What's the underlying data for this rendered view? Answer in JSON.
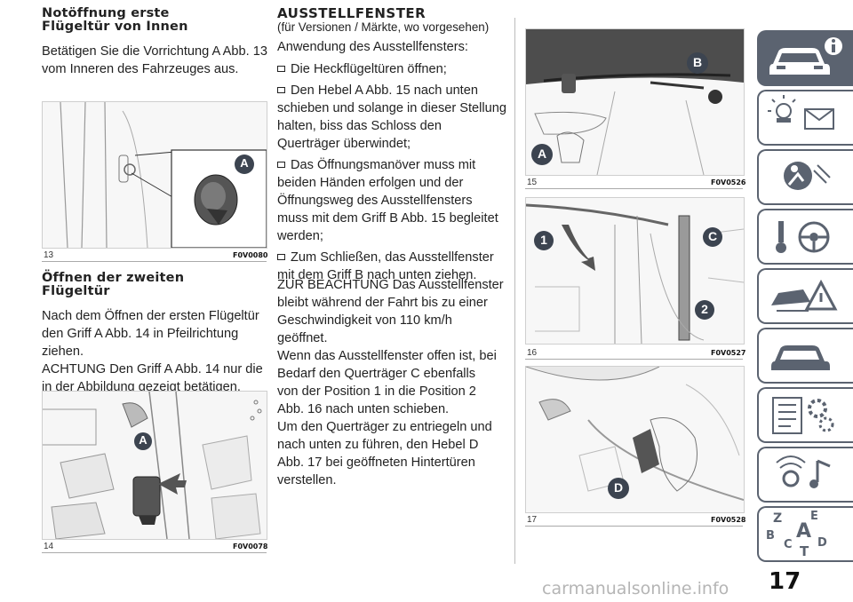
{
  "col1": {
    "h1_line1": "Notöffnung erste",
    "h1_line2": "Flügeltür von Innen",
    "p1": [
      "Betätigen Sie die Vorrichtung A Abb. 13",
      "vom Inneren des Fahrzeuges aus."
    ],
    "fig13": {
      "num": "13",
      "id": "F0V0080",
      "callout": "A"
    },
    "h2_line1": "Öffnen der zweiten",
    "h2_line2": "Flügeltür",
    "p2": [
      "Nach dem Öffnen der ersten Flügeltür",
      "den Griff A Abb. 14 in Pfeilrichtung",
      "ziehen.",
      "ACHTUNG Den Griff A Abb. 14 nur die",
      "in der Abbildung gezeigt betätigen."
    ],
    "fig14": {
      "num": "14",
      "id": "F0V0078",
      "callout": "A"
    }
  },
  "col2": {
    "heading": "AUSSTELLFENSTER",
    "subheading": "(für Versionen / Märkte, wo vorgesehen)",
    "intro": "Anwendung des Ausstellfensters:",
    "bullets": [
      [
        "Die Heckflügeltüren öffnen;"
      ],
      [
        "Den Hebel A Abb. 15 nach unten",
        "schieben und solange in dieser Stellung",
        "halten, biss das Schloss den",
        "Querträger überwindet;"
      ],
      [
        "Das Öffnungsmanöver muss mit",
        "beiden Händen erfolgen und der",
        "Öffnungsweg des Ausstellfensters",
        "muss mit dem Griff B Abb. 15 begleitet",
        "werden;"
      ],
      [
        "Zum Schließen, das Ausstellfenster",
        "mit dem Griff B nach unten ziehen."
      ]
    ],
    "body": [
      "ZUR BEACHTUNG Das Ausstellfenster",
      "bleibt während der Fahrt bis zu einer",
      "Geschwindigkeit von 110 km/h",
      "geöffnet.",
      "Wenn das Ausstellfenster offen ist, bei",
      "Bedarf den Querträger C ebenfalls",
      "von der Position 1 in die Position 2",
      "Abb. 16 nach unten schieben.",
      "Um den Querträger zu entriegeln und",
      "nach unten zu führen, den Hebel D",
      "Abb. 17 bei geöffneten Hintertüren",
      "verstellen."
    ]
  },
  "col3": {
    "fig15": {
      "num": "15",
      "id": "F0V0526",
      "callout_b": "B",
      "callout_a": "A"
    },
    "fig16": {
      "num": "16",
      "id": "F0V0527",
      "callout_1": "1",
      "callout_c": "C",
      "callout_2": "2"
    },
    "fig17": {
      "num": "17",
      "id": "F0V0528",
      "callout_d": "D"
    }
  },
  "tabs": [
    {
      "icon": "car-info-icon",
      "active": true
    },
    {
      "icon": "dashboard-lights-icon",
      "active": false
    },
    {
      "icon": "safety-airbag-icon",
      "active": false
    },
    {
      "icon": "key-steering-wheel-icon",
      "active": false
    },
    {
      "icon": "warning-breakdown-icon",
      "active": false
    },
    {
      "icon": "car-service-icon",
      "active": false
    },
    {
      "icon": "technical-data-icon",
      "active": false
    },
    {
      "icon": "multimedia-icon",
      "active": false
    },
    {
      "icon": "index-letters-icon",
      "active": false
    }
  ],
  "index_letters": [
    "Z",
    "E",
    "A",
    "B",
    "C",
    "D",
    "T"
  ],
  "page_number": "17",
  "watermark": "carmanualsonline.info",
  "colors": {
    "tab": "#5b6370",
    "callout": "#3c4450"
  }
}
